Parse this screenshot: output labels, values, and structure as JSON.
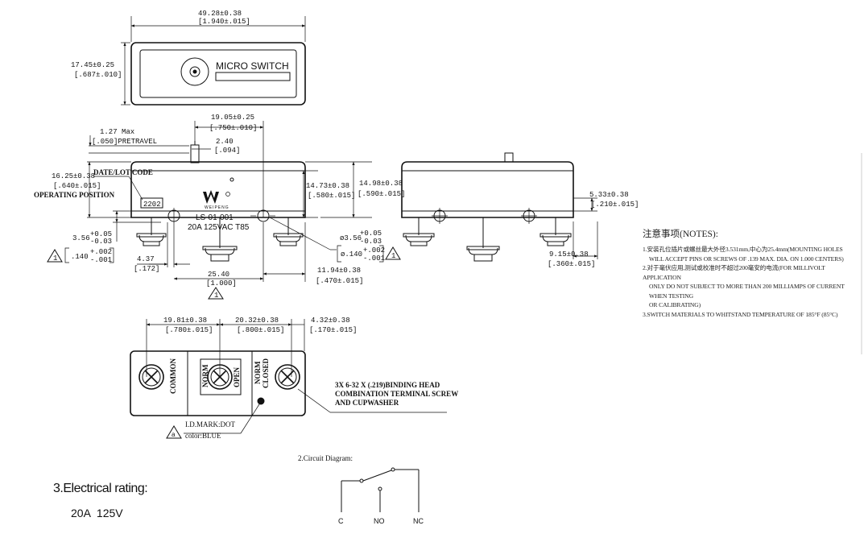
{
  "top_view": {
    "width_mm": "49.28±0.38",
    "width_in": "[1.940±.015]",
    "height_mm": "17.45±0.25",
    "height_in": "[.687±.010]",
    "label": "MICRO SWITCH"
  },
  "front_view": {
    "plunger_pos_mm": "19.05±0.25",
    "plunger_pos_in": "[.750±.010]",
    "pretravel_mm": "1.27 Max",
    "pretravel_in": "[.050]PRETRAVEL",
    "plunger_w_mm": "2.40",
    "plunger_w_in": "[.094]",
    "op_pos_mm": "16.25±0.38",
    "op_pos_in": "[.640±.015]",
    "op_pos_label": "OPERATING POSITION",
    "date_code_label": "DATE/LOT CODE",
    "date_code": "2202",
    "brand": "WEIPENG",
    "model": "LS-01-001",
    "rating_mark": "20A 125VAC T85",
    "h1_mm": "14.73±0.38",
    "h1_in": "[.580±.015]",
    "h2_mm": "14.98±0.38",
    "h2_in": "[.590±.015]",
    "hole_mm": "3.56",
    "hole_tol_mm_plus": "+0.05",
    "hole_tol_mm_minus": "-0.03",
    "hole_in": ".140",
    "hole_tol_in_plus": "+.002",
    "hole_tol_in_minus": "-.001",
    "hole_dia_mm": "ø3.56",
    "hole_dia_in": "ø.140",
    "edge_mm": "4.37",
    "edge_in": "[.172]",
    "spacing_mm": "25.40",
    "spacing_in": "[1.000]",
    "right_mm": "11.94±0.38",
    "right_in": "[.470±.015]",
    "warn_symbol": "1"
  },
  "side_view": {
    "hole_h_mm": "5.33±0.38",
    "hole_h_in": "[.210±.015]",
    "width_mm": "9.15±0.38",
    "width_in": "[.360±.015]"
  },
  "bottom_view": {
    "d1_mm": "19.81±0.38",
    "d1_in": "[.780±.015]",
    "d2_mm": "20.32±0.38",
    "d2_in": "[.800±.015]",
    "d3_mm": "4.32±0.38",
    "d3_in": "[.170±.015]",
    "term_common": "COMMON",
    "term_no_1": "NORM",
    "term_no_2": "OPEN",
    "term_nc_1": "NORM",
    "term_nc_2": "CLOSED",
    "screw_line1": "3X 6-32 X (.219)BINDING HEAD",
    "screw_line2": "COMBINATION TERMINAL SCREW",
    "screw_line3": "AND CUPWASHER",
    "id_mark": "I.D.MARK:DOT",
    "id_color": "color:BLUE",
    "id_symbol": "a",
    "dot_color": "#111111"
  },
  "notes": {
    "title": "注意事项(NOTES):",
    "items": [
      "1.安装孔位插片或螺丝最大外径3.531mm,中心为25.4mm(MOUNTING HOLES",
      "WILL ACCEPT PINS OR SCREWS OF .139 MAX. DIA. ON 1.000 CENTERS)",
      "2.对于毫伏应用,测试或校准时不超过200毫安的电流(FOR MILLIVOLT APPLICATION",
      "ONLY DO NOT SUBJECT TO MORE THAN 200 MILLIAMPS OF CURRENT WHEN TESTING",
      "OR CALIBRATING)",
      "3.SWITCH MATERIALS TO WHITSTAND TEMPERATURE OF 185°F (85°C)"
    ]
  },
  "circuit": {
    "title": "2.Circuit Diagram:",
    "labels": [
      "C",
      "NO",
      "NC"
    ]
  },
  "electrical": {
    "title": "3.Electrical rating:",
    "value": "20A  125V"
  }
}
